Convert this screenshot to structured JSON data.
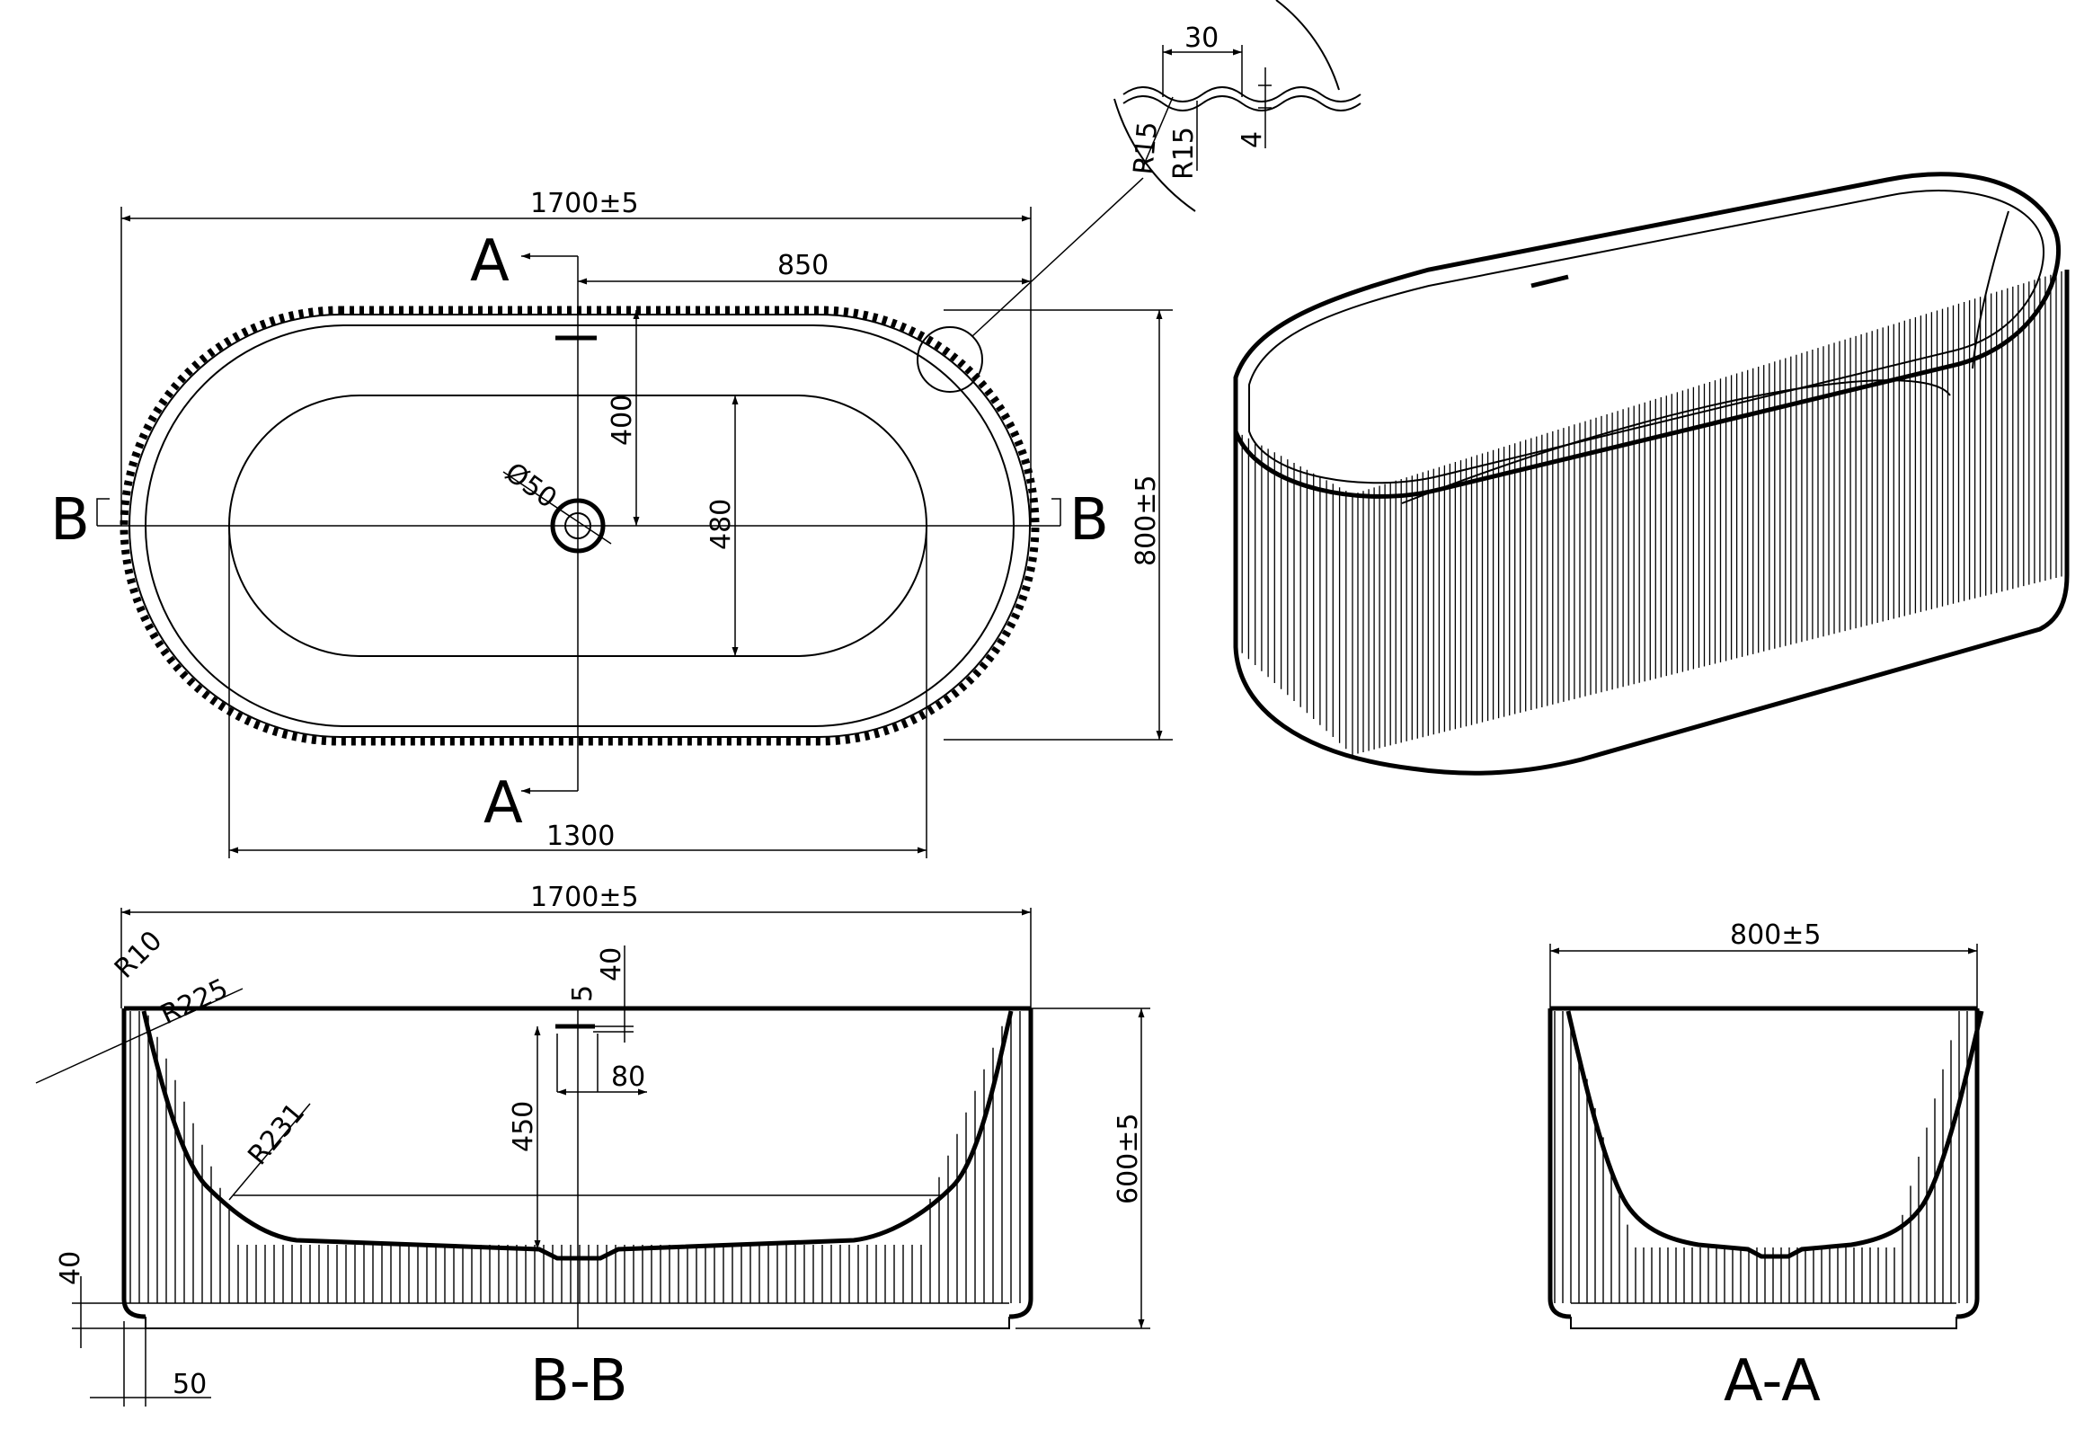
{
  "top_view": {
    "length": "1700±5",
    "half_length": "850",
    "width": "800±5",
    "drain_offset": "400",
    "inner_width": "480",
    "inner_length": "1300",
    "drain_diameter": "Ø50",
    "section_a": "A",
    "section_b": "B"
  },
  "detail": {
    "pitch": "30",
    "radius_outer": "R15",
    "radius_inner": "R15",
    "depth": "4"
  },
  "section_bb": {
    "title": "B-B",
    "length": "1700±5",
    "height": "600±5",
    "r_edge": "R10",
    "r_side": "R225",
    "r_bottom": "R231",
    "inner_depth": "450",
    "overflow_top": "40",
    "overflow_gap": "5",
    "overflow_width": "80",
    "base_height": "40",
    "base_inset": "50"
  },
  "section_aa": {
    "title": "A-A",
    "width": "800±5"
  }
}
